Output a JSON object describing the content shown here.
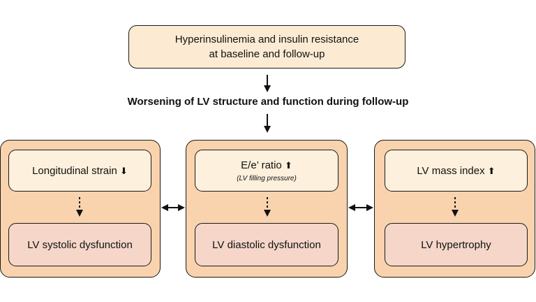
{
  "top_box": {
    "line1": "Hyperinsulinemia and insulin resistance",
    "line2": "at baseline and follow-up"
  },
  "heading": "Worsening of LV structure and function during follow-up",
  "panels": [
    {
      "marker": "Longitudinal strain",
      "marker_direction": "down",
      "note": "",
      "outcome": "LV systolic dysfunction"
    },
    {
      "marker": "E/e’ ratio",
      "marker_direction": "up",
      "note": "(LV filling pressure)",
      "outcome": "LV diastolic dysfunction"
    },
    {
      "marker": "LV mass index",
      "marker_direction": "up",
      "note": "",
      "outcome": "LV hypertrophy"
    }
  ],
  "colors": {
    "top_box_fill": "#fcebd2",
    "panel_fill": "#f9d3ad",
    "marker_fill": "#fdf0dc",
    "outcome_fill": "#f5d6c9"
  }
}
